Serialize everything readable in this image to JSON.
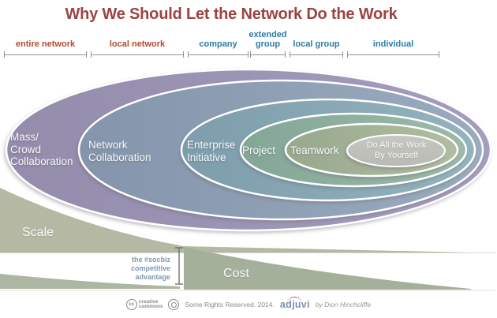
{
  "title": "Why We Should Let the Network Do the Work",
  "title_color": "#9c4340",
  "axis": {
    "segments": [
      {
        "id": "entire-network",
        "label": "entire network",
        "color": "#b14a2d"
      },
      {
        "id": "local-network",
        "label": "local network",
        "color": "#b14a2d"
      },
      {
        "id": "company",
        "label": "company",
        "color": "#2a7ca6"
      },
      {
        "id": "extended-group",
        "label": "extended\ngroup",
        "color": "#2a7ca6"
      },
      {
        "id": "local-group",
        "label": "local group",
        "color": "#2a7ca6"
      },
      {
        "id": "individual",
        "label": "individual",
        "color": "#2a7ca6"
      }
    ]
  },
  "ellipses": [
    {
      "id": "mass-crowd-collaboration",
      "label": "Mass/\nCrowd\nCollaboration",
      "color_left": "#938cab",
      "color_right": "#a59dbf"
    },
    {
      "id": "network-collaboration",
      "label": "Network\nCollaboration",
      "color_left": "#8495ab",
      "color_right": "#9aabbf"
    },
    {
      "id": "enterprise-initiative",
      "label": "Enterprise\nInitiative",
      "color_left": "#7d9dac",
      "color_right": "#93b3be"
    },
    {
      "id": "project",
      "label": "Project",
      "color_left": "#84a696",
      "color_right": "#9cbaaa"
    },
    {
      "id": "teamwork",
      "label": "Teamwork",
      "color_left": "#97a88c",
      "color_right": "#b2bda1"
    },
    {
      "id": "do-it-yourself",
      "label": "Do All the Work\nBy Yourself",
      "color_left": "#c6c7c3",
      "color_right": "#b9bab3"
    }
  ],
  "wedges": {
    "scale_label": "Scale",
    "cost_label": "Cost",
    "scale_color": "#b5b8a2",
    "cost_color": "#a4b09a",
    "sliver_color": "#adb6a2"
  },
  "advantage_note": "the #socbiz\ncompetitive\nadvantage",
  "advantage_color": "#7e98b4",
  "footer": {
    "cc": "cc",
    "cc_text": "creative\ncommons",
    "rights": "Some Rights Reserved. 2014.",
    "brand": "adjuvi",
    "byline": "by Dion Hinchcliffe"
  }
}
